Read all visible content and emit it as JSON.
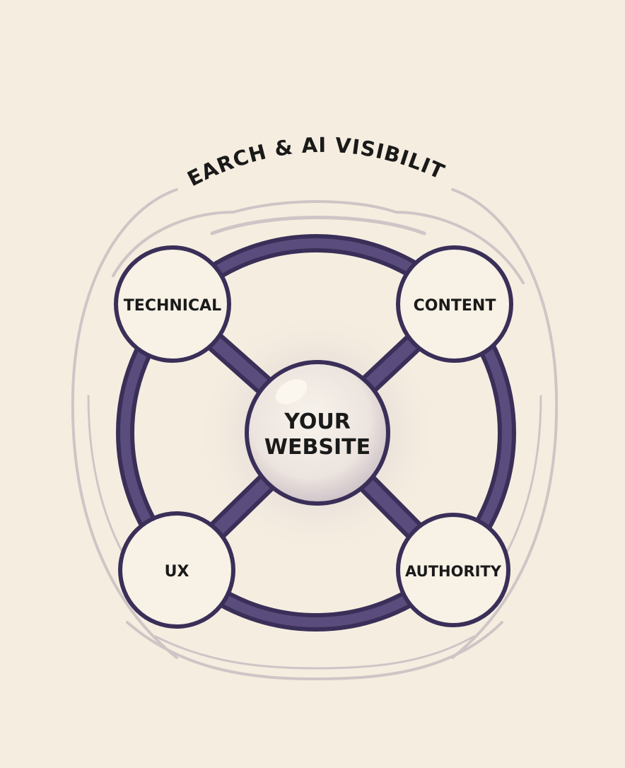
{
  "title": "SEARCH & AI VISIBILITY",
  "center": {
    "line1": "YOUR",
    "line2": "WEBSITE"
  },
  "nodes": {
    "technical": "TECHNICAL",
    "content": "CONTENT",
    "ux": "UX",
    "authority": "AUTHORITY"
  },
  "colors": {
    "background": "#f5eee0",
    "ring": "#4a3d6b",
    "node_fill": "#f7f1e6",
    "faint_arc": "#cfc5c6"
  }
}
